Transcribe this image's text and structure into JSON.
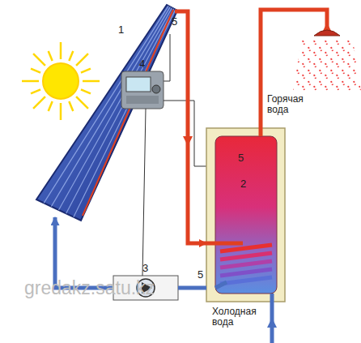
{
  "diagram": {
    "nodes": [
      {
        "text": [
          "1"
        ]
      },
      {
        "text": [
          "4"
        ]
      },
      {
        "text": [
          "2"
        ]
      },
      {
        "text": [
          "3"
        ]
      }
    ],
    "edges": [
      {
        "from": 0,
        "to": 2,
        "arrow": "to"
      },
      {
        "from": 2,
        "to": 3,
        "arrow": "none"
      },
      {
        "from": 3,
        "to": 0,
        "arrow": "to"
      },
      {
        "from": 1,
        "to": 3,
        "arrow": "none"
      }
    ],
    "labels": [
      "5",
      "5",
      "5",
      "Горячая вода",
      "Холодная вода",
      "gredakz.satu.kz"
    ]
  }
}
